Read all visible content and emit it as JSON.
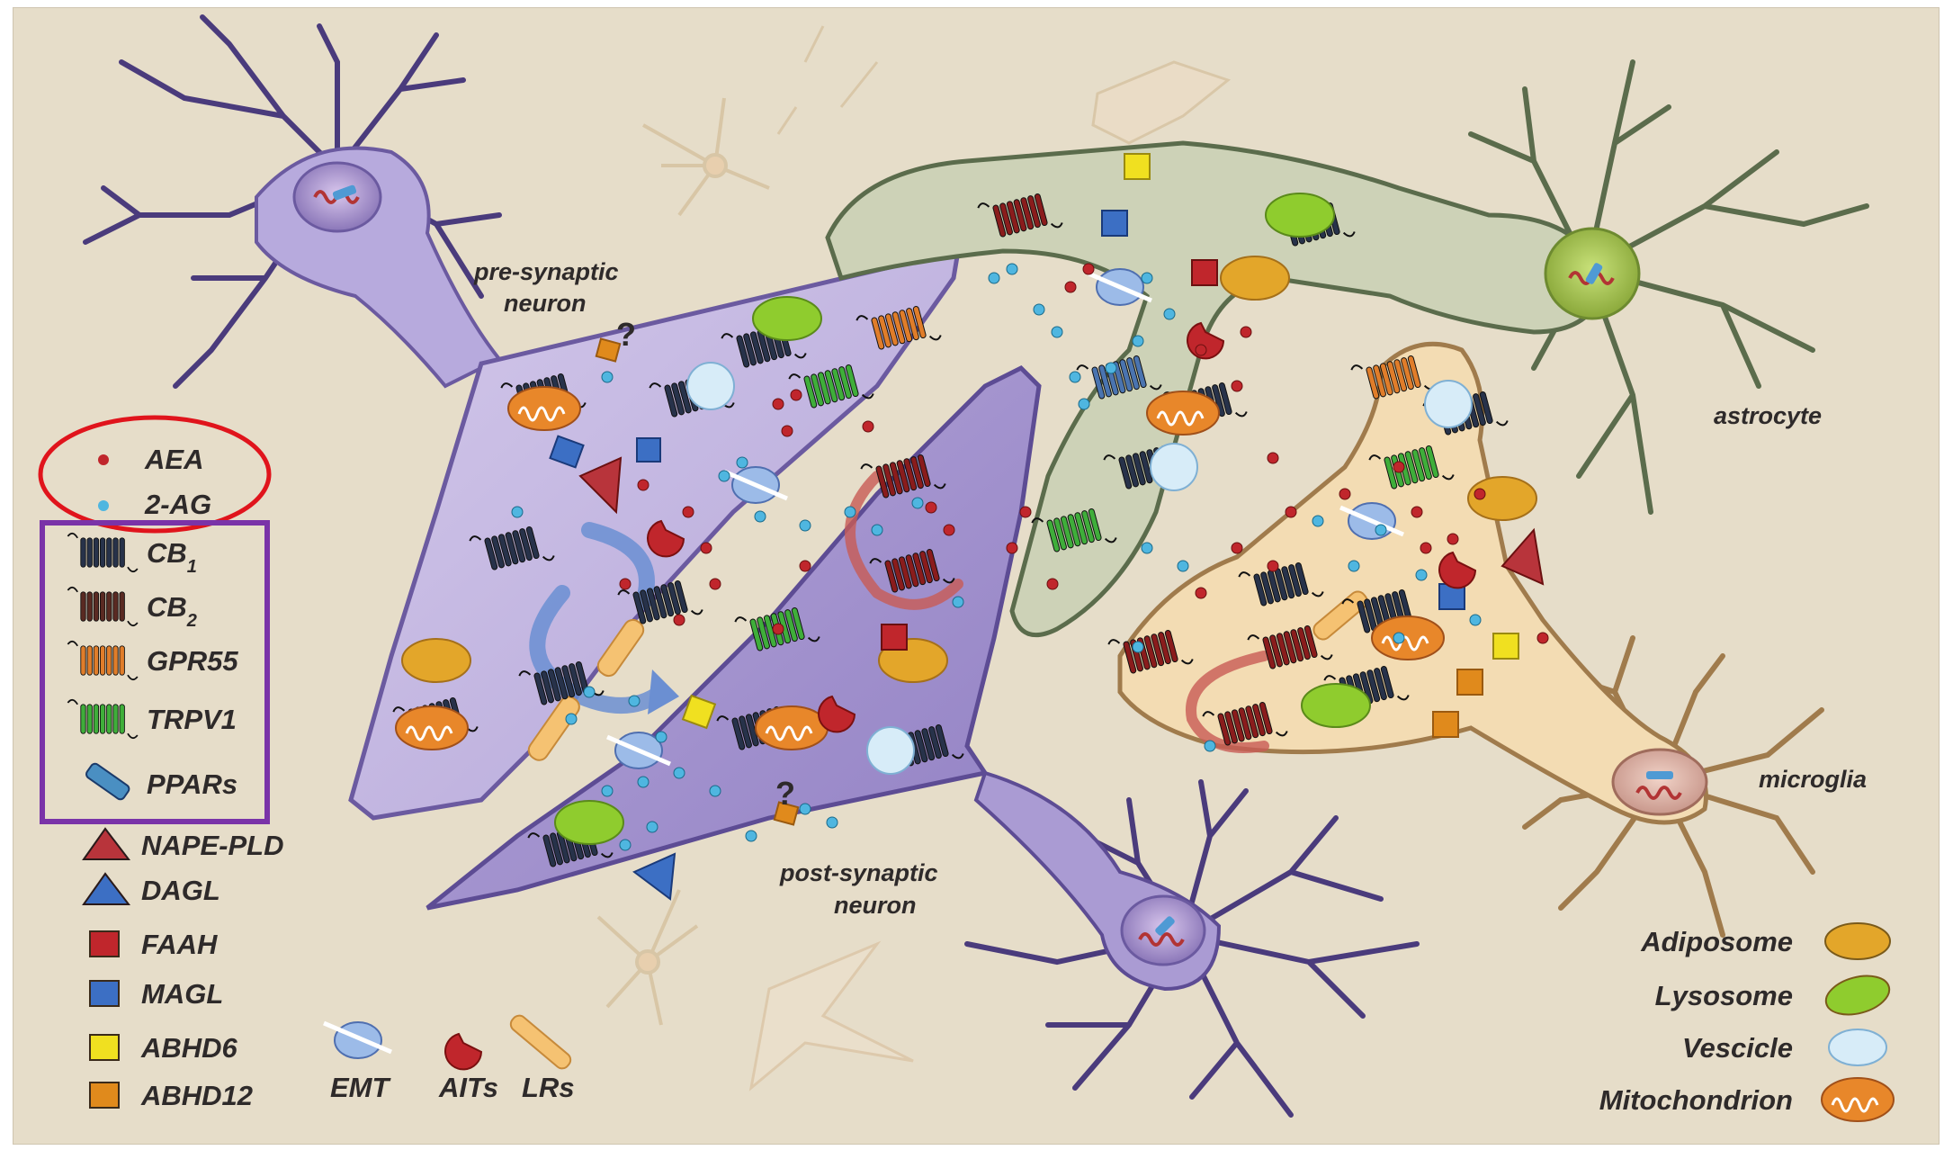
{
  "labels": {
    "pre_synaptic_line1": "pre-synaptic",
    "pre_synaptic_line2": "neuron",
    "post_synaptic_line1": "post-synaptic",
    "post_synaptic_line2": "neuron",
    "astrocyte": "astrocyte",
    "microglia": "microglia",
    "unknown_mark": "?"
  },
  "legend_ligands": [
    {
      "label": "AEA",
      "color": "#c0262c"
    },
    {
      "label": "2-AG",
      "color": "#4fb6e0"
    }
  ],
  "legend_receptors": [
    {
      "label": "CB",
      "sub": "1",
      "icon": "cb1-receptor-icon",
      "color": "#27324a"
    },
    {
      "label": "CB",
      "sub": "2",
      "icon": "cb2-receptor-icon",
      "color": "#5a2a22"
    },
    {
      "label": "GPR55",
      "icon": "gpr55-receptor-icon",
      "color": "#e07d2a"
    },
    {
      "label": "TRPV1",
      "icon": "trpv1-channel-icon",
      "color": "#3fae3a"
    },
    {
      "label": "PPARs",
      "icon": "ppar-icon",
      "color": "#4a8fc2"
    }
  ],
  "legend_enzymes": [
    {
      "label": "NAPE-PLD",
      "icon": "red-triangle-icon",
      "color": "#b8343b"
    },
    {
      "label": "DAGL",
      "icon": "blue-triangle-icon",
      "color": "#3c6fc4"
    },
    {
      "label": "FAAH",
      "icon": "red-square-icon",
      "color": "#c0262c"
    },
    {
      "label": "MAGL",
      "icon": "blue-square-icon",
      "color": "#3c6fc4"
    },
    {
      "label": "ABHD6",
      "icon": "yellow-square-icon",
      "color": "#f0e020"
    },
    {
      "label": "ABHD12",
      "icon": "orange-square-icon",
      "color": "#e08a1c"
    }
  ],
  "legend_transport": [
    {
      "label": "EMT",
      "icon": "emt-transporter-icon"
    },
    {
      "label": "AITs",
      "icon": "ait-icon"
    },
    {
      "label": "LRs",
      "icon": "lipid-raft-icon"
    }
  ],
  "legend_organelles": [
    {
      "label": "Adiposome",
      "icon": "adiposome-icon",
      "color": "#e3a62a"
    },
    {
      "label": "Lysosome",
      "icon": "lysosome-icon",
      "color": "#8fcc2e"
    },
    {
      "label": "Vescicle",
      "icon": "vesicle-icon",
      "color": "#d7ecf8"
    },
    {
      "label": "Mitochondrion",
      "icon": "mitochondrion-icon",
      "color": "#e87a22"
    }
  ],
  "colors": {
    "background": "#e6ddc9",
    "neuron_fill": "#bdb1dc",
    "post_neuron_fill": "#a895cf",
    "neuron_stroke": "#6b5aa0",
    "astrocyte_fill": "#ccd1b6",
    "astrocyte_stroke": "#5b6c4c",
    "microglia_fill": "#f3dcb3",
    "microglia_stroke": "#a07b4c",
    "highlight_red": "#e0141c",
    "highlight_purple": "#7a33a8"
  }
}
